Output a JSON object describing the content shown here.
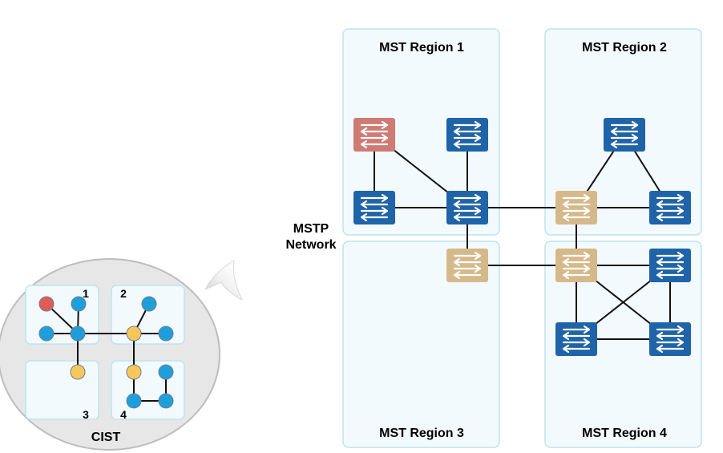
{
  "regions": [
    {
      "name": "MST Region 1"
    },
    {
      "name": "MST Region 2"
    },
    {
      "name": "MST Region 3"
    },
    {
      "name": "MST Region 4"
    }
  ],
  "network_label": {
    "line1": "MSTP",
    "line2": "Network"
  },
  "cist": {
    "title": "CIST",
    "box_labels": [
      "1",
      "2",
      "3",
      "4"
    ]
  },
  "colors": {
    "region_fill": "#f2fafe",
    "region_border": "#bfe3ee",
    "switch_blue": "#1f63a8",
    "switch_root": "#cf7a73",
    "switch_boundary": "#d6b98a",
    "node_blue": "#1e9fdb",
    "node_root": "#e25b58",
    "node_boundary": "#f8c75b",
    "cist_bg": "#e7e7e7",
    "cist_border": "#bdbdbd"
  },
  "icons": {
    "switch": "switch-icon",
    "pointer": "curved-arrow-icon"
  }
}
